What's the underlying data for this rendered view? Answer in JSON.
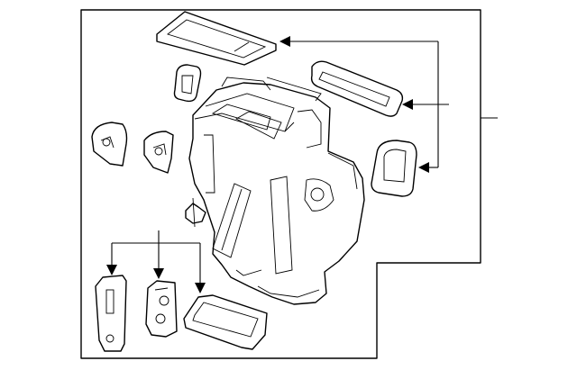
{
  "diagram": {
    "kind": "exploded parts illustration",
    "labels": [],
    "parts": [
      "blower-motor-housing",
      "top-flat-seal",
      "upper-right-seal",
      "right-oval-seal",
      "small-upper-gasket",
      "left-mount-bracket",
      "center-mount-bracket",
      "small-clip",
      "bottom-left-bracket",
      "bottom-center-bracket",
      "bottom-seal"
    ],
    "colors": {
      "line": "#000000",
      "background": "#ffffff"
    }
  }
}
